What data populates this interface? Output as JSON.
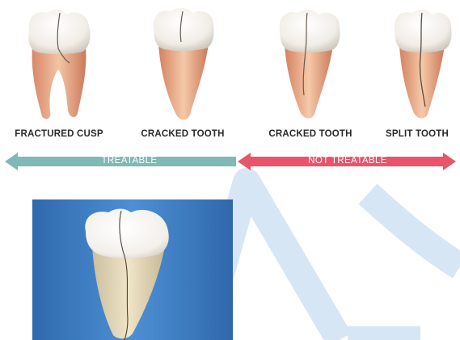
{
  "labels": {
    "fractured_cusp": "FRACTURED CUSP",
    "cracked_tooth_treatable": "CRACKED TOOTH",
    "cracked_tooth_not_treatable": "CRACKED TOOTH",
    "split_tooth": "SPLIT TOOTH"
  },
  "arrows": {
    "treatable": "TREATABLE",
    "not_treatable": "NOT TREATABLE"
  },
  "colors": {
    "treatable": "#7fb8b4",
    "not_treatable": "#e9546b",
    "photo_background": "#3d7fc6",
    "watermark": "#cfe0f1"
  }
}
